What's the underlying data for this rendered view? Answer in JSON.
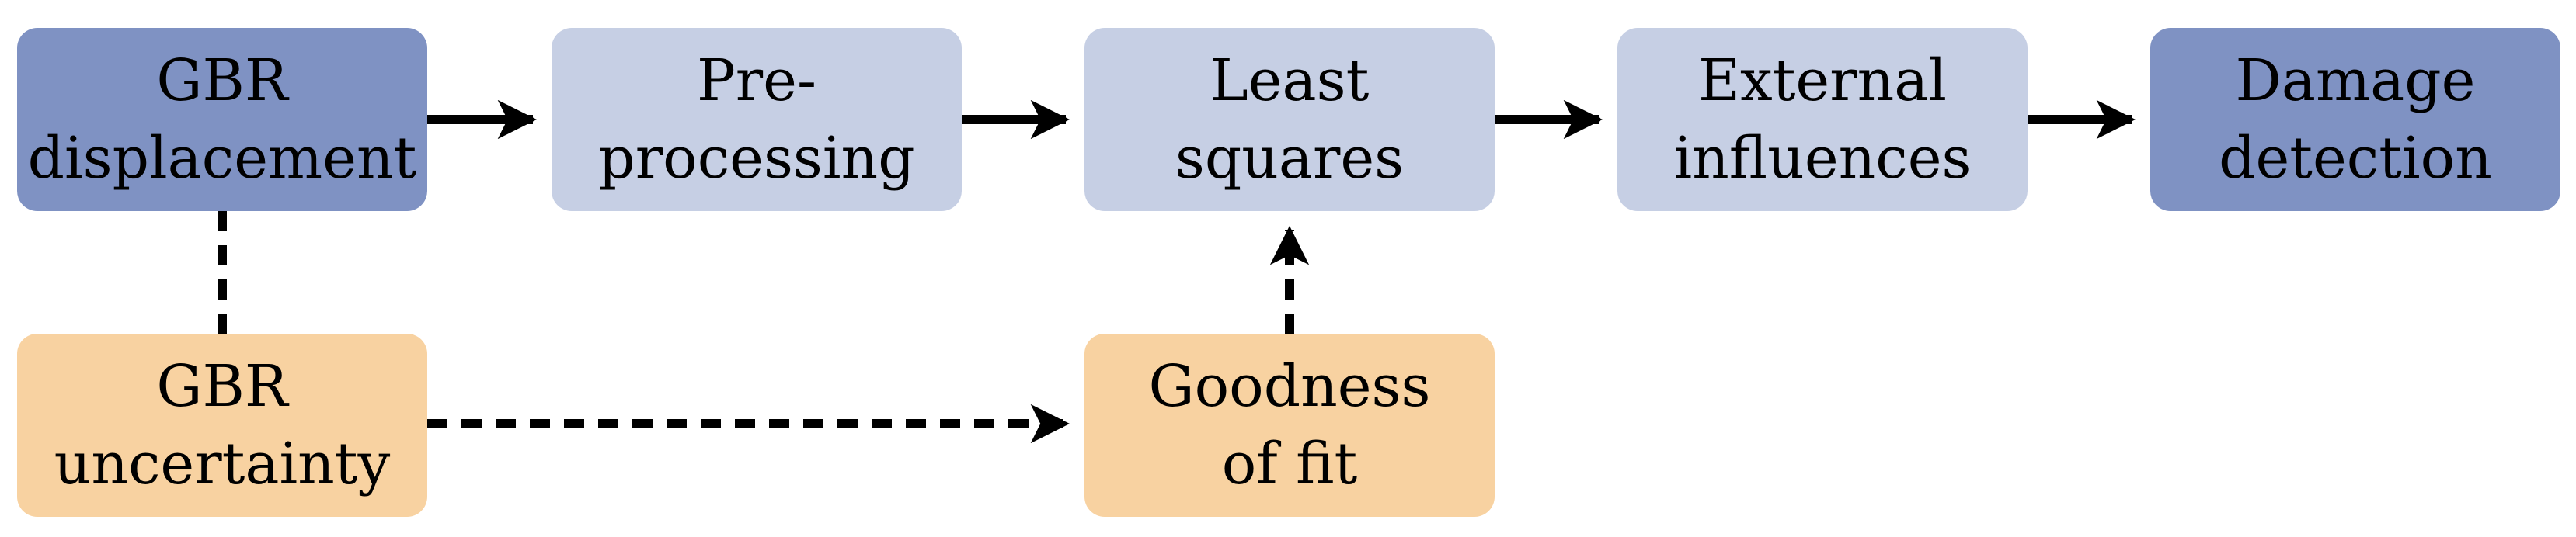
{
  "nodes": {
    "gbr_displacement": {
      "line1": "GBR",
      "line2": "displacement",
      "fill": "#7f92c3"
    },
    "pre_processing": {
      "line1": "Pre-",
      "line2": "processing",
      "fill": "#c6cfe4"
    },
    "least_squares": {
      "line1": "Least",
      "line2": "squares",
      "fill": "#c6cfe4"
    },
    "external_influences": {
      "line1": "External",
      "line2": "influences",
      "fill": "#c6cfe4"
    },
    "damage_detection": {
      "line1": "Damage",
      "line2": "detection",
      "fill": "#7f92c3"
    },
    "gbr_uncertainty": {
      "line1": "GBR",
      "line2": "uncertainty",
      "fill": "#f8d2a1"
    },
    "goodness_of_fit": {
      "line1": "Goodness",
      "line2": "of fit",
      "fill": "#f8d2a1"
    }
  },
  "edges": [
    {
      "from": "gbr_displacement",
      "to": "pre_processing",
      "style": "solid",
      "arrow": true
    },
    {
      "from": "pre_processing",
      "to": "least_squares",
      "style": "solid",
      "arrow": true
    },
    {
      "from": "least_squares",
      "to": "external_influences",
      "style": "solid",
      "arrow": true
    },
    {
      "from": "external_influences",
      "to": "damage_detection",
      "style": "solid",
      "arrow": true
    },
    {
      "from": "gbr_displacement",
      "to": "gbr_uncertainty",
      "style": "dashed",
      "arrow": false
    },
    {
      "from": "gbr_uncertainty",
      "to": "goodness_of_fit",
      "style": "dashed",
      "arrow": true
    },
    {
      "from": "goodness_of_fit",
      "to": "least_squares",
      "style": "dashed",
      "arrow": true
    }
  ]
}
